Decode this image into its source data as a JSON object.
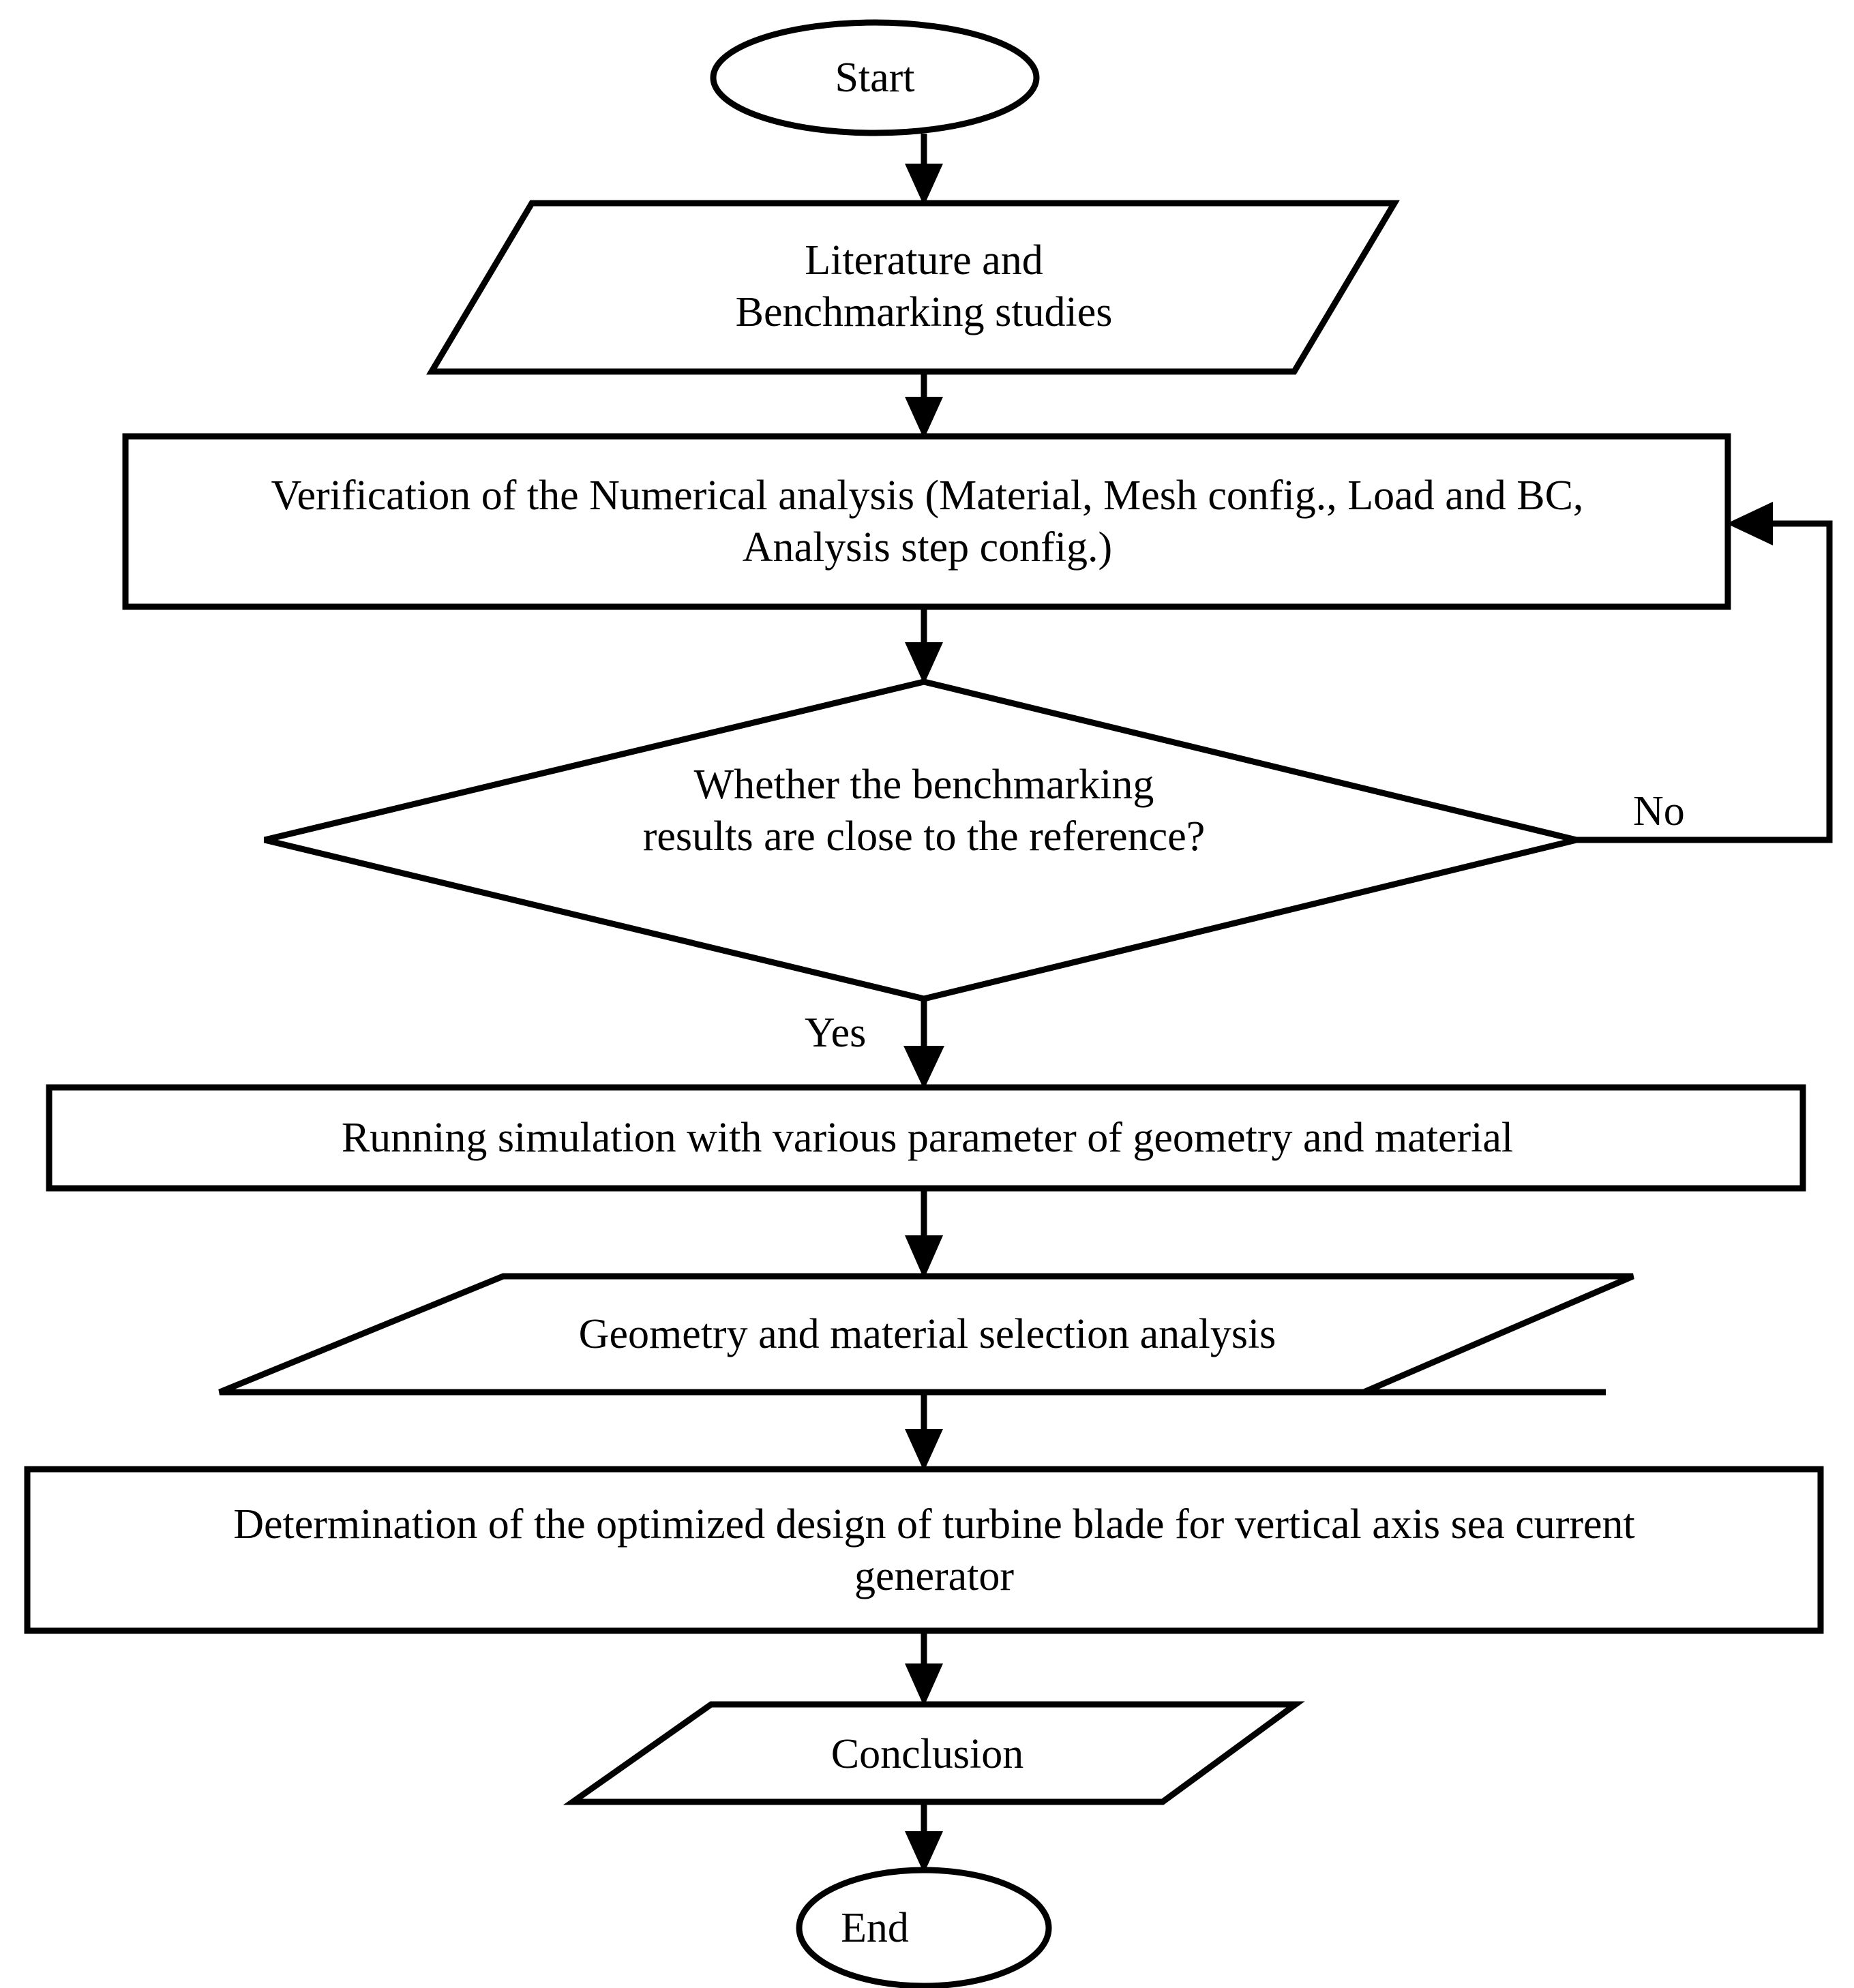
{
  "diagram": {
    "type": "flowchart",
    "orientation": "top-to-bottom",
    "background_color": "#ffffff",
    "line_color": "#000000",
    "text_color": "#000000",
    "nodes": [
      {
        "id": "start",
        "shape": "ellipse",
        "label": "Start"
      },
      {
        "id": "literature",
        "shape": "parallelogram",
        "label": "Literature and\nBenchmarking studies"
      },
      {
        "id": "verify",
        "shape": "rectangle",
        "label": "Verification of the Numerical analysis (Material, Mesh config., Load and BC,\nAnalysis step config.)"
      },
      {
        "id": "decision",
        "shape": "diamond",
        "label": "Whether the benchmarking\nresults are close to the reference?"
      },
      {
        "id": "running",
        "shape": "rectangle",
        "label": "Running simulation with various parameter of geometry and material"
      },
      {
        "id": "geometry",
        "shape": "parallelogram",
        "label": "Geometry and material selection analysis"
      },
      {
        "id": "determine",
        "shape": "rectangle",
        "label": "Determination of the optimized design of turbine blade for vertical axis sea current\ngenerator"
      },
      {
        "id": "conclusion",
        "shape": "parallelogram",
        "label": "Conclusion"
      },
      {
        "id": "end",
        "shape": "ellipse",
        "label": "End"
      }
    ],
    "edges": [
      {
        "from": "start",
        "to": "literature",
        "label": ""
      },
      {
        "from": "literature",
        "to": "verify",
        "label": ""
      },
      {
        "from": "verify",
        "to": "decision",
        "label": ""
      },
      {
        "from": "decision",
        "to": "verify",
        "label": "No"
      },
      {
        "from": "decision",
        "to": "running",
        "label": "Yes"
      },
      {
        "from": "running",
        "to": "geometry",
        "label": ""
      },
      {
        "from": "geometry",
        "to": "determine",
        "label": ""
      },
      {
        "from": "determine",
        "to": "conclusion",
        "label": ""
      },
      {
        "from": "conclusion",
        "to": "end",
        "label": ""
      }
    ],
    "edge_labels": {
      "no": "No",
      "yes": "Yes"
    }
  }
}
